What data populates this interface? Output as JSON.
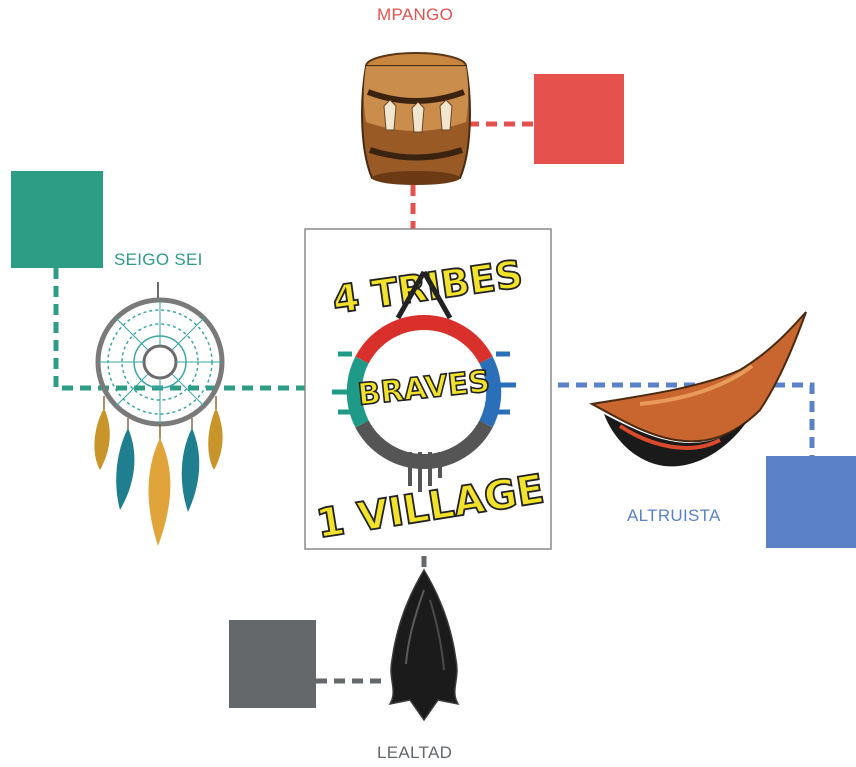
{
  "nodes": {
    "top": {
      "label": "MPANGO",
      "color": "#e5524e",
      "icon": "drum-icon"
    },
    "left": {
      "label": "SEIGO SEI",
      "color": "#2e9d86",
      "icon": "dreamcatcher-icon"
    },
    "right": {
      "label": "ALTRUISTA",
      "color": "#5b82c8",
      "icon": "canoe-icon"
    },
    "bottom": {
      "label": "LEALTAD",
      "color": "#64686b",
      "icon": "arrowhead-icon"
    }
  },
  "center": {
    "icon": "tribes-logo-icon",
    "logo_text_top": "4 TRIBES",
    "logo_text_middle": "BRAVES",
    "logo_text_bottom": "1 VILLAGE",
    "ring_colors": [
      "#d9302b",
      "#2b6fb8",
      "#555555",
      "#1f9a86"
    ]
  }
}
